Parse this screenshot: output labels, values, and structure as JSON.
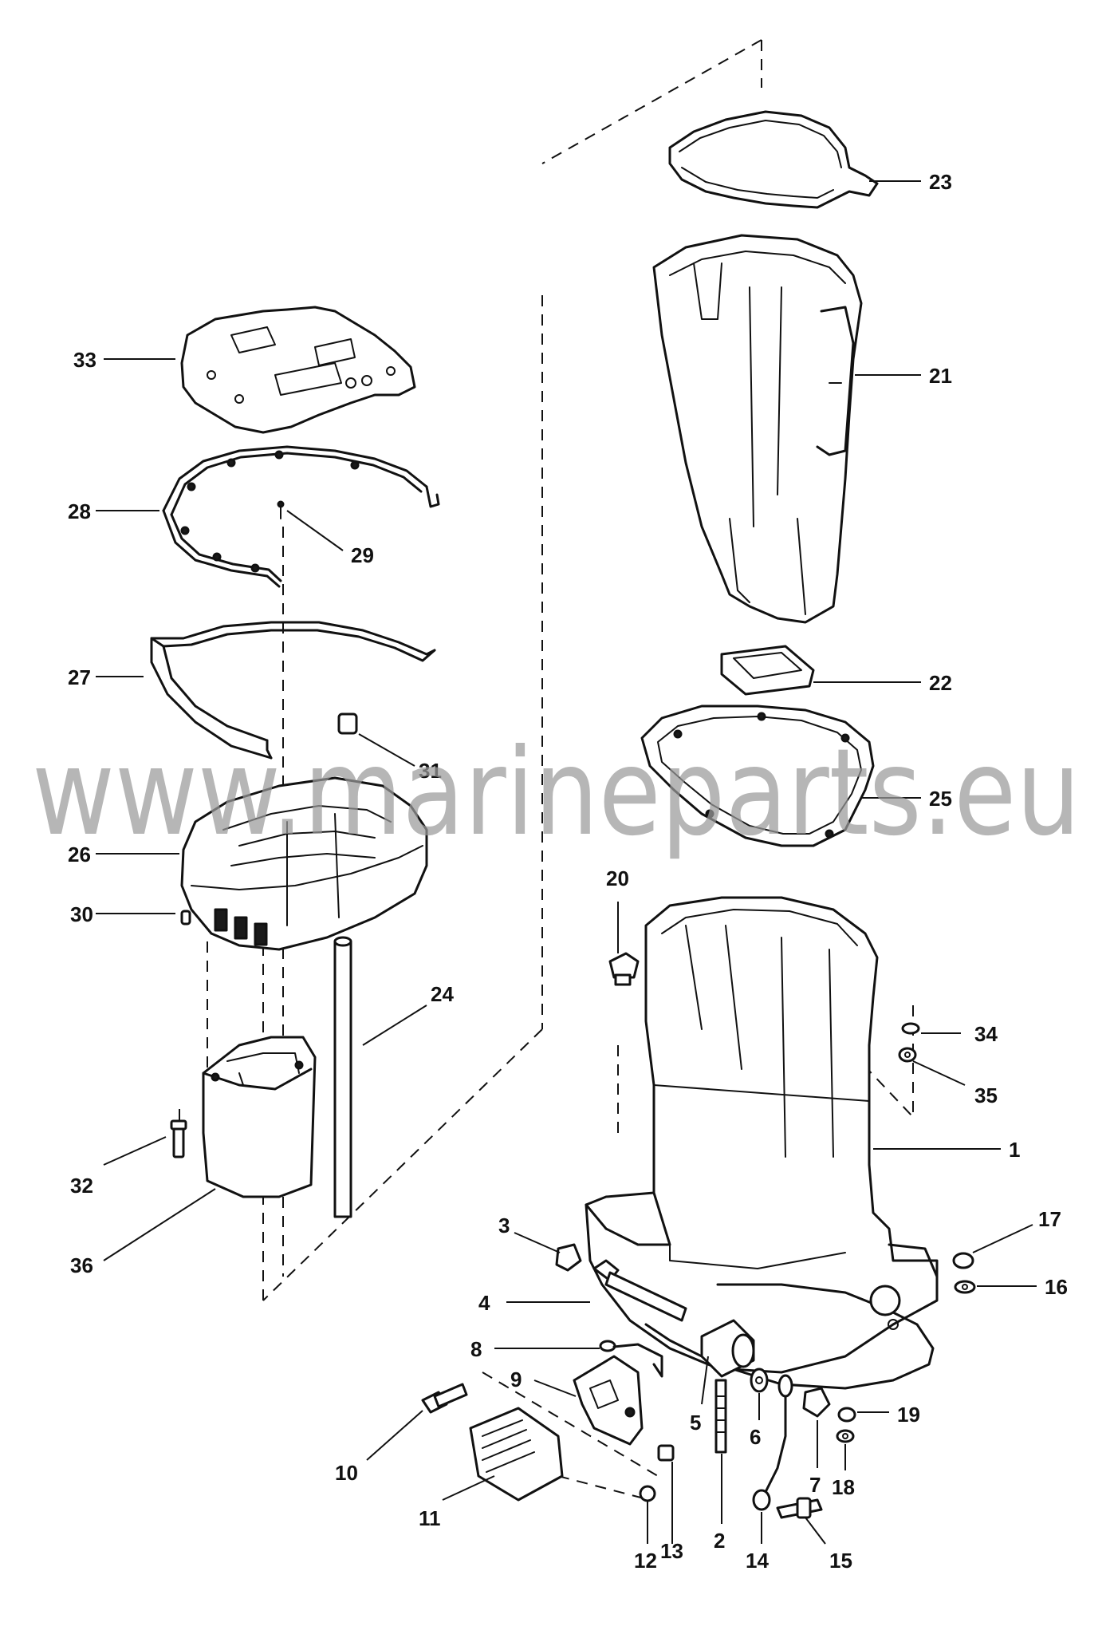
{
  "watermark": "www.marineparts.eu",
  "callouts": {
    "c1": "1",
    "c2": "2",
    "c3": "3",
    "c4": "4",
    "c5": "5",
    "c6": "6",
    "c7": "7",
    "c8": "8",
    "c9": "9",
    "c10": "10",
    "c11": "11",
    "c12": "12",
    "c13": "13",
    "c14": "14",
    "c15": "15",
    "c16": "16",
    "c17": "17",
    "c18": "18",
    "c19": "19",
    "c20": "20",
    "c21": "21",
    "c22": "22",
    "c23": "23",
    "c24": "24",
    "c25": "25",
    "c26": "26",
    "c27": "27",
    "c28": "28",
    "c29": "29",
    "c30": "30",
    "c31": "31",
    "c32": "32",
    "c33": "33",
    "c34": "34",
    "c35": "35",
    "c36": "36"
  }
}
